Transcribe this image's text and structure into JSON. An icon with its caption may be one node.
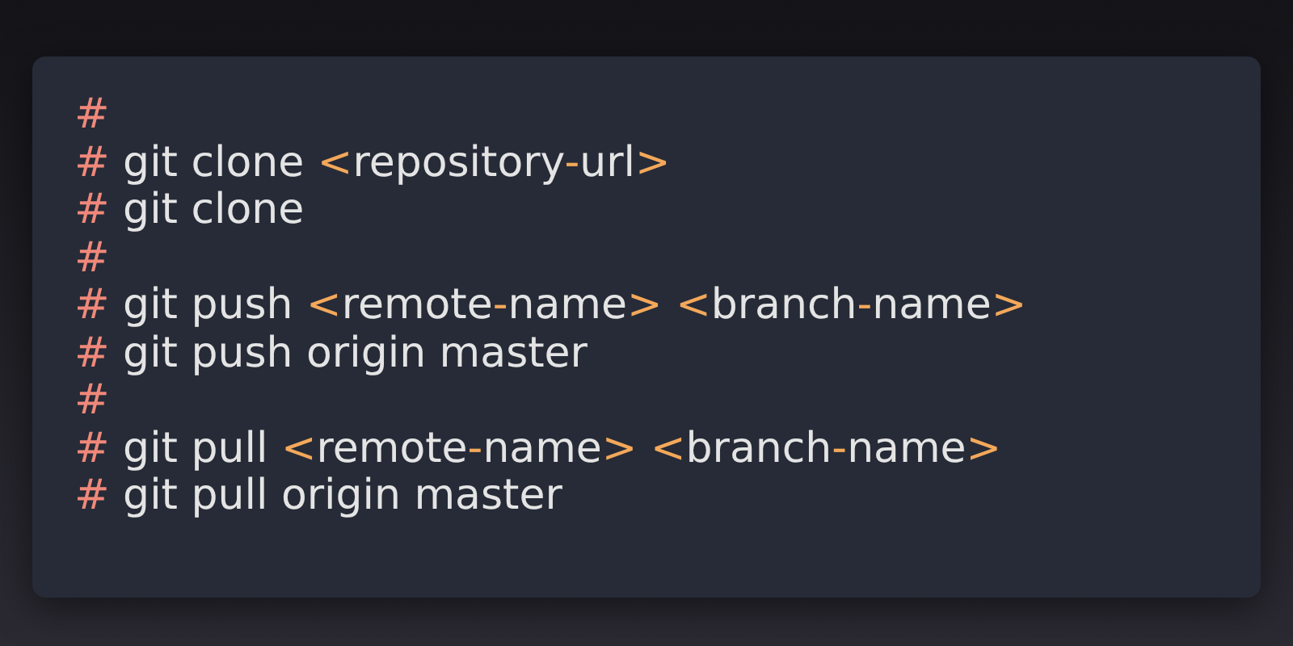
{
  "diagram": {
    "nodes": [
      {
        "text": [
          "#",
          "# git clone <repository-url>",
          "# git clone",
          "#",
          "# git push <remote-name> <branch-name>",
          "# git push origin master",
          "#",
          "# git pull <remote-name> <branch-name>",
          "# git pull origin master"
        ]
      }
    ]
  }
}
